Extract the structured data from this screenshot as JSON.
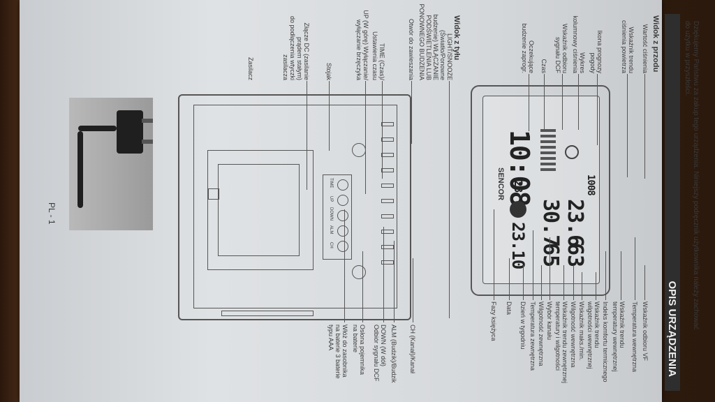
{
  "intro": "Dziękujemy Państwu za zakup tego urządzenia. Niniejszy podręcznik użytkownika należy zachować\ndo użytku w przyszłości.",
  "section_title": "OPIS URZĄDZENIA",
  "front": {
    "heading": "Widok z przodu",
    "left_labels": [
      "Wartość ciśnienia",
      "Wskaźnik trendu\nciśnienia powietrza",
      "Ikona prognozy\npogody",
      "Wykres\nkolumnowy ciśnienia",
      "Wskaźnik odbioru\nsygnału DCF",
      "Czas",
      "Oczekujące\nbudzenie zaprogr."
    ],
    "right_labels": [
      "Wskaźnik odbioru VF",
      "Temperatura wewnętrzna",
      "Wskaźnik trendu\ntemperatury wewnętrznej",
      "Indeks komfortu termicznego",
      "Wskaźnik trendu\nwilgotności wewnętrznej",
      "Wskaźnik maks./min.",
      "Wilgotność wewnętrzna",
      "Wskaźnik trendu zewnętrznej\ntemperatury i wilgotności",
      "Wybór kanału",
      "Wilgotność zewnętrzna",
      "Temperatura zewnętrzna",
      "Dzień w tygodniu",
      "Data",
      "Fazy księżyca"
    ],
    "display": {
      "pressure": "1008",
      "time": "10:08",
      "seconds": "28",
      "temp_in": "23.6",
      "hum_in": "63",
      "temp_out": "30.7",
      "hum_out": "65",
      "date": "23.10",
      "brand": "SENCOR"
    }
  },
  "rear": {
    "heading": "Widok z tyłu",
    "left_labels": [
      "LIGHT/SNOOZE\n(Światło/Ponowne\nbudzenie) WŁĄCZANIE\nPODŚWIETLENIA LUB\nPONOWNEGO BUDZENIA",
      "Otwór do zawieszania",
      "TIME (Czas)/\nUstawienia czasu",
      "UP (W górę) Wyłączanie/\nwyłączanie brzęczyka",
      "Stojak",
      "Złącze DC (zasilanie\nprądem stałym)\ndo podłączenia wtyczki zasilacza",
      "Zasilacz"
    ],
    "right_labels": [
      "CH (Kanał)/Kanał",
      "ALM (Budzik)/Budzik",
      "DOWN (W dół)\nOdbiór sygnału DCF",
      "Osłona pojemnika\nna baterie",
      "Włóż do zasobnika\nna baterie 3 baterie\ntypu AAA"
    ],
    "buttons": [
      "TIME",
      "UP",
      "DOWN",
      "ALM",
      "CH"
    ]
  },
  "page_number": "PL - 1"
}
